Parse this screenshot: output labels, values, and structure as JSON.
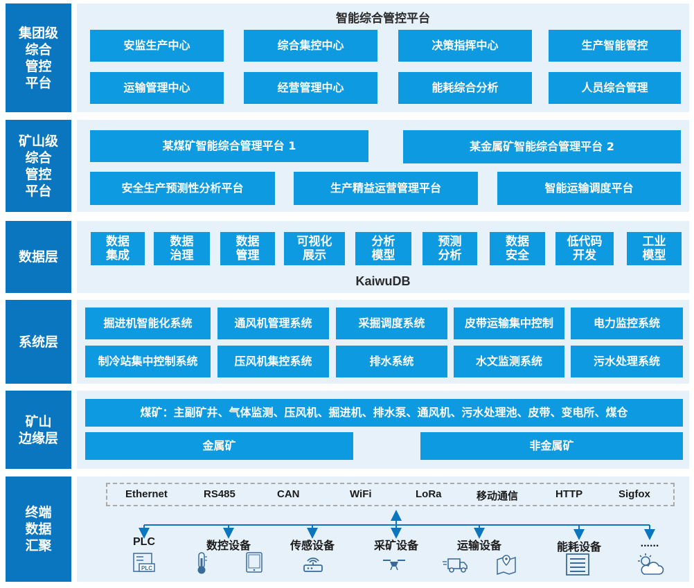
{
  "layers": [
    {
      "label": "集团级\n综合\n管控\n平台"
    },
    {
      "label": "矿山级\n综合\n管控\n平台"
    },
    {
      "label": "数据层"
    },
    {
      "label": "系统层"
    },
    {
      "label": "矿山\n边缘层"
    },
    {
      "label": "终端\n数据\n汇聚"
    }
  ],
  "group": {
    "title": "智能综合管控平台",
    "row1": [
      "安监生产中心",
      "综合集控中心",
      "决策指挥中心",
      "生产智能管控"
    ],
    "row2": [
      "运输管理中心",
      "经营管理中心",
      "能耗综合分析",
      "人员综合管理"
    ]
  },
  "mine": {
    "row1": [
      "某煤矿智能综合管理平台 1",
      "某金属矿智能综合管理平台 2"
    ],
    "row2": [
      "安全生产预测性分析平台",
      "生产精益运营管理平台",
      "智能运输调度平台"
    ]
  },
  "data_layer": {
    "items": [
      "数据\n集成",
      "数据\n治理",
      "数据\n管理",
      "可视化\n展示",
      "分析\n模型",
      "预测\n分析",
      "数据\n安全",
      "低代码\n开发",
      "工业\n模型"
    ],
    "db": "KaiwuDB"
  },
  "system": {
    "row1": [
      "掘进机智能化系统",
      "通风机管理系统",
      "采掘调度系统",
      "皮带运输集中控制",
      "电力监控系统"
    ],
    "row2": [
      "制冷站集中控制系统",
      "压风机集控系统",
      "排水系统",
      "水文监测系统",
      "污水处理系统"
    ]
  },
  "edge": {
    "coal": "煤矿：主副矿井、气体监测、压风机、掘进机、排水泵、通风机、污水处理池、皮带、变电所、煤仓",
    "metal": "金属矿",
    "nonmetal": "非金属矿"
  },
  "terminal": {
    "protocols": [
      "Ethernet",
      "RS485",
      "CAN",
      "WiFi",
      "LoRa",
      "移动通信",
      "HTTP",
      "Sigfox"
    ],
    "devices": [
      "PLC",
      "数控设备",
      "传感设备",
      "采矿设备",
      "运输设备",
      "能耗设备",
      "......"
    ]
  },
  "colors": {
    "label_bg": "#0a76bf",
    "box_bg": "#0e9ae0",
    "panel_bg": "#e6f1fa",
    "arrow": "#0a76bf"
  }
}
